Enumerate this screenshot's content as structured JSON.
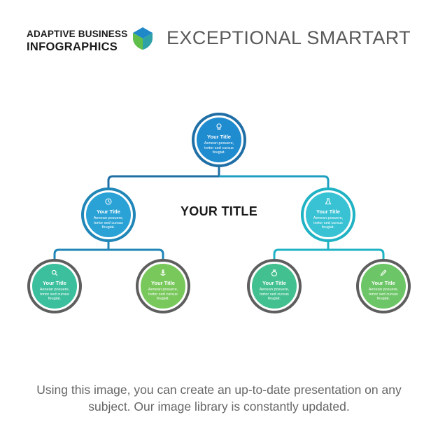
{
  "header": {
    "brand_line1": "ADAPTIVE BUSINESS",
    "brand_line2": "INFOGRAPHICS",
    "headline": "EXCEPTIONAL SMARTART"
  },
  "diagram": {
    "center_title": "YOUR TITLE",
    "nodes": [
      {
        "id": "root",
        "icon": "lightbulb-icon",
        "title": "Your Title",
        "desc": "Aenean posuere, tortor sed cursus feugiat.",
        "color": "#1f8cd0",
        "ring": "#1f6fa6"
      },
      {
        "id": "left",
        "icon": "clock-icon",
        "title": "Your Title",
        "desc": "Aenean posuere, tortor sed cursus feugiat.",
        "color": "#2aa2d6",
        "ring": "#1f86b7"
      },
      {
        "id": "right",
        "icon": "flask-icon",
        "title": "Your Title",
        "desc": "Aenean posuere, tortor sed cursus feugiat.",
        "color": "#38c2d4",
        "ring": "#1fb2c4"
      },
      {
        "id": "ll",
        "icon": "magnifier-icon",
        "title": "Your Title",
        "desc": "Aenean posuere, tortor sed cursus feugiat.",
        "color": "#3cbf9d",
        "ring": "#5e5e5e"
      },
      {
        "id": "lr",
        "icon": "anchor-icon",
        "title": "Your Title",
        "desc": "Aenean posuere, tortor sed cursus feugiat.",
        "color": "#78c85c",
        "ring": "#5e5e5e"
      },
      {
        "id": "rl",
        "icon": "money-bag-icon",
        "title": "Your Title",
        "desc": "Aenean posuere, tortor sed cursus feugiat.",
        "color": "#43c08f",
        "ring": "#5e5e5e"
      },
      {
        "id": "rr",
        "icon": "pencil-icon",
        "title": "Your Title",
        "desc": "Aenean posuere, tortor sed cursus feugiat.",
        "color": "#6cc566",
        "ring": "#5e5e5e"
      }
    ]
  },
  "footer": {
    "text": "Using this image, you can create an up-to-date presentation on any subject. Our image library is constantly updated."
  }
}
